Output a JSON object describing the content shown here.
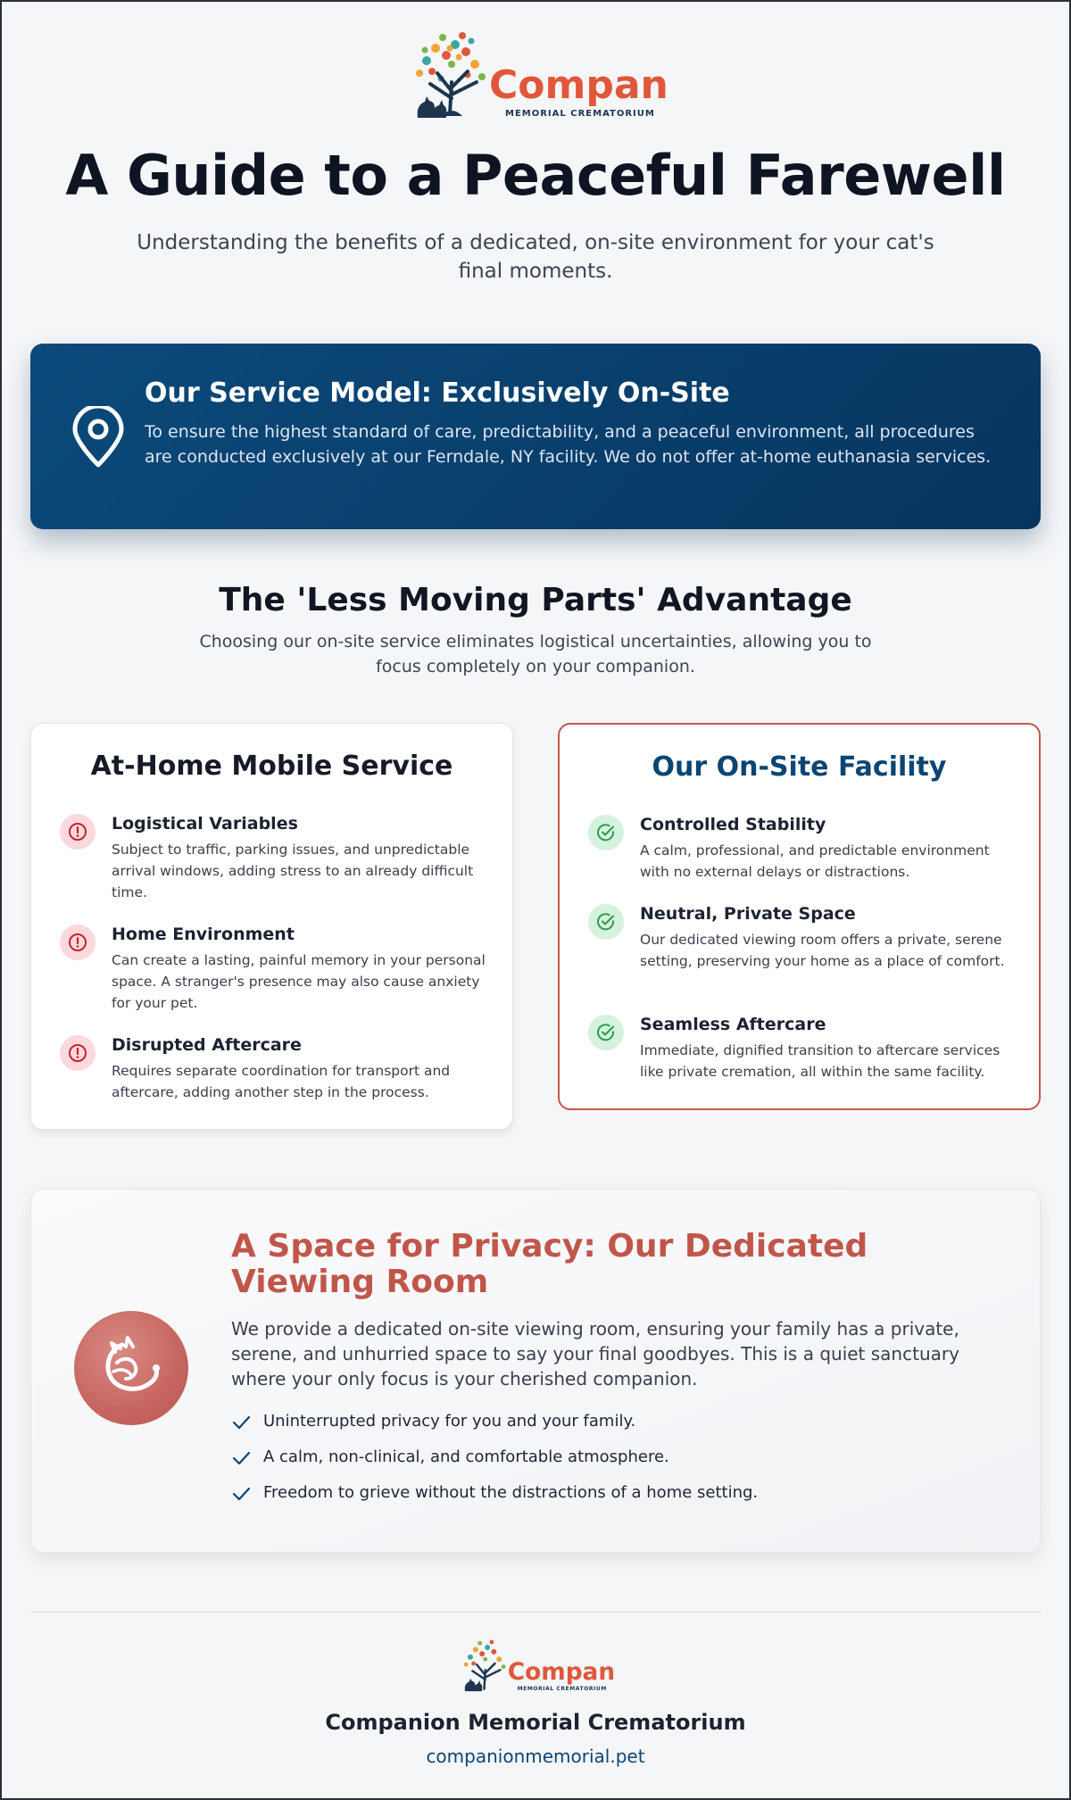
{
  "logo": {
    "wordmark": "Companion",
    "tagline": "MEMORIAL CREMATORIUM"
  },
  "header": {
    "title": "A Guide to a Peaceful Farewell",
    "subtitle": "Understanding the benefits of a dedicated, on-site environment for your cat's final moments."
  },
  "service_model": {
    "icon": "map-pin-icon",
    "title": "Our Service Model: Exclusively On-Site",
    "text": "To ensure the highest standard of care, predictability, and a peaceful environment, all procedures are conducted exclusively at our Ferndale, NY facility. We do not offer at-home euthanasia services."
  },
  "advantage": {
    "title": "The 'Less Moving Parts' Advantage",
    "subtitle": "Choosing our on-site service eliminates logistical uncertainties, allowing you to focus completely on your companion."
  },
  "at_home": {
    "title": "At-Home Mobile Service",
    "icon": "alert-circle-icon",
    "items": [
      {
        "title": "Logistical Variables",
        "text": "Subject to traffic, parking issues, and unpredictable arrival windows, adding stress to an already difficult time."
      },
      {
        "title": "Home Environment",
        "text": "Can create a lasting, painful memory in your personal space. A stranger's presence may also cause anxiety for your pet."
      },
      {
        "title": "Disrupted Aftercare",
        "text": "Requires separate coordination for transport and aftercare, adding another step in the process."
      }
    ]
  },
  "on_site": {
    "title": "Our On-Site Facility",
    "icon": "check-circle-icon",
    "items": [
      {
        "title": "Controlled Stability",
        "text": "A calm, professional, and predictable environment with no external delays or distractions."
      },
      {
        "title": "Neutral, Private Space",
        "text": "Our dedicated viewing room offers a private, serene setting, preserving your home as a place of comfort."
      },
      {
        "title": "Seamless Aftercare",
        "text": "Immediate, dignified transition to aftercare services like private cremation, all within the same facility."
      }
    ]
  },
  "privacy": {
    "icon": "cat-icon",
    "title": "A Space for Privacy: Our Dedicated Viewing Room",
    "text": "We provide a dedicated on-site viewing room, ensuring your family has a private, serene, and unhurried space to say your final goodbyes. This is a quiet sanctuary where your only focus is your cherished companion.",
    "points": [
      "Uninterrupted privacy for you and your family.",
      "A calm, non-clinical, and comfortable atmosphere.",
      "Freedom to grieve without the distractions of a home setting."
    ]
  },
  "footer": {
    "name": "Companion Memorial Crematorium",
    "url": "companionmemorial.pet"
  },
  "colors": {
    "navy": "#07355f",
    "accent_red": "#c0564a",
    "logo_orange": "#e0573a",
    "alert_red": "#c62232",
    "success_green": "#2e9a4f"
  }
}
